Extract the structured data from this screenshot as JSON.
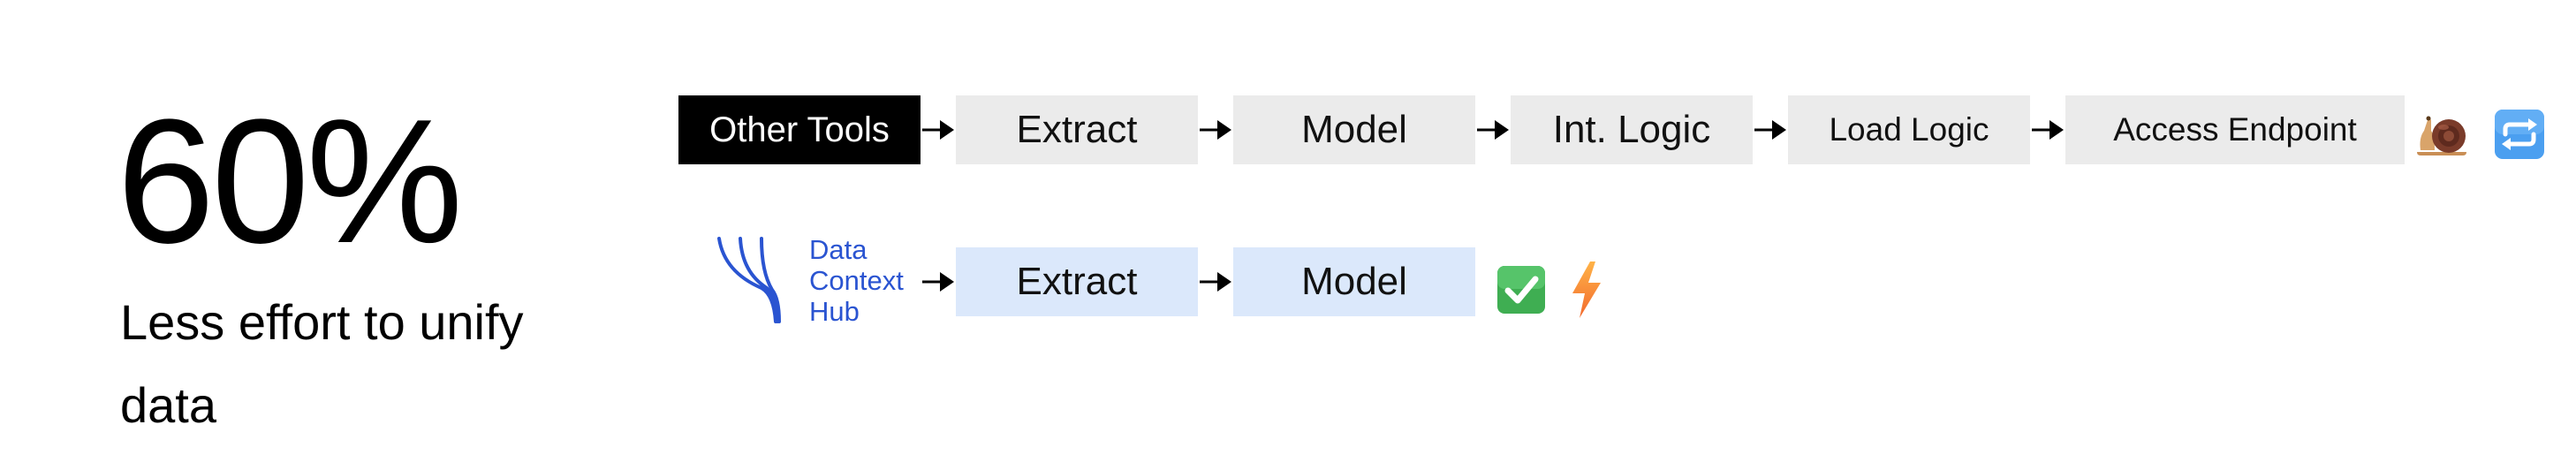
{
  "stat": {
    "value": "60%",
    "caption": "Less effort to unify data"
  },
  "pipelines": {
    "other": {
      "label": "Other Tools",
      "steps": [
        "Extract",
        "Model",
        "Int. Logic",
        "Load Logic",
        "Access Endpoint"
      ],
      "status_icons": [
        "snail-icon",
        "repeat-icon"
      ]
    },
    "dch": {
      "logo_lines": [
        "Data",
        "Context",
        "Hub"
      ],
      "steps": [
        "Extract",
        "Model"
      ],
      "status_icons": [
        "check-mark-icon",
        "lightning-icon"
      ]
    }
  },
  "colors": {
    "dark_box": "#000000",
    "grey_box": "#ebebeb",
    "blue_box": "#dbe8fb",
    "logo_blue": "#2a54d1"
  }
}
